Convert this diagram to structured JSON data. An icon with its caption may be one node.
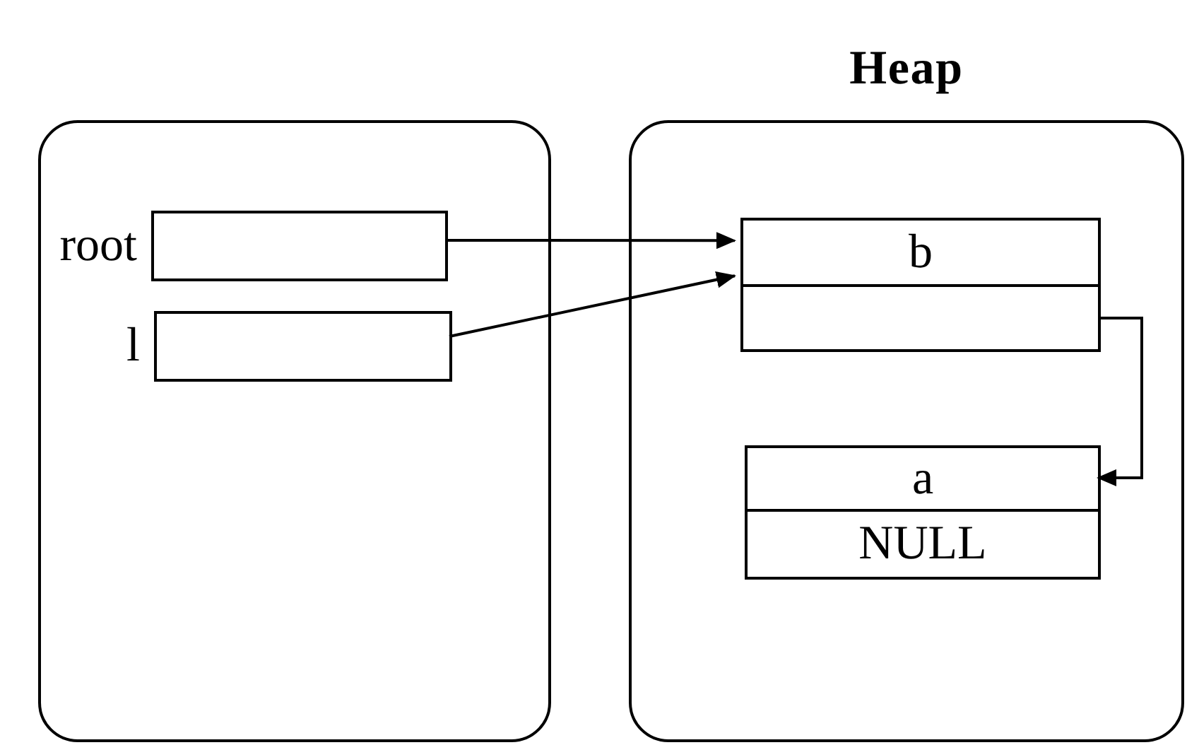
{
  "diagram": {
    "nodes": [
      {
        "text": [],
        "shape": "box"
      },
      {
        "text": [
          "Heap"
        ]
      },
      {
        "text": [],
        "shape": "box",
        "in": 0,
        "beside": [
          "root"
        ]
      },
      {
        "text": [],
        "shape": "box",
        "in": 0,
        "beside": [
          "l"
        ]
      },
      {
        "text": [
          "b"
        ],
        "in": 1
      },
      {
        "text": [],
        "shape": "box",
        "in": 1
      },
      {
        "text": [
          "a"
        ],
        "in": 1
      },
      {
        "text": [
          "NULL"
        ],
        "in": 1
      }
    ],
    "edges": [
      {
        "from": 2,
        "to": 4,
        "arrow": "to"
      },
      {
        "from": 3,
        "to": 4,
        "arrow": "to"
      },
      {
        "from": 5,
        "to": 6,
        "arrow": "to"
      }
    ]
  }
}
